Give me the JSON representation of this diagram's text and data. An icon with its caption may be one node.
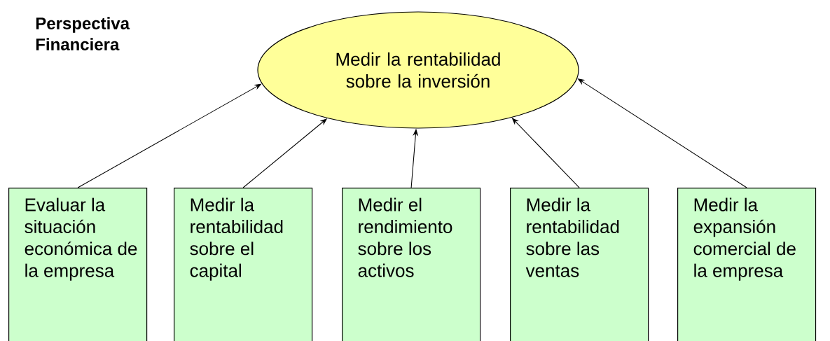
{
  "diagram": {
    "title": "Perspectiva Financiera",
    "nodes": [
      {
        "text": [
          "Medir la rentabilidad sobre la inversión"
        ]
      },
      {
        "text": [
          "Evaluar la situación económica de la empresa"
        ]
      },
      {
        "text": [
          "Medir la rentabilidad sobre el capital"
        ]
      },
      {
        "text": [
          "Medir el rendimiento sobre los activos"
        ]
      },
      {
        "text": [
          "Medir la rentabilidad sobre las ventas"
        ]
      },
      {
        "text": [
          "Medir la expansión comercial de la empresa"
        ]
      }
    ],
    "edges": [
      {
        "from": 1,
        "to": 0,
        "arrow": "to"
      },
      {
        "from": 2,
        "to": 0,
        "arrow": "to"
      },
      {
        "from": 3,
        "to": 0,
        "arrow": "to"
      },
      {
        "from": 4,
        "to": 0,
        "arrow": "to"
      },
      {
        "from": 5,
        "to": 0,
        "arrow": "to"
      }
    ]
  }
}
